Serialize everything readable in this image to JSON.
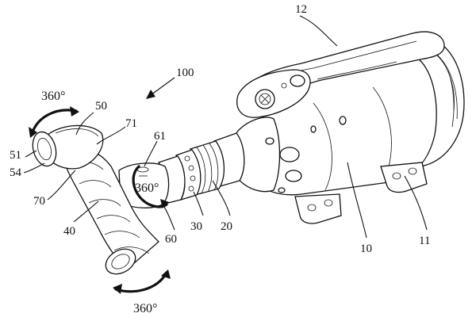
{
  "figure": {
    "labels": {
      "n12": "12",
      "n100": "100",
      "n50": "50",
      "n71": "71",
      "n61": "61",
      "n51": "51",
      "n54": "54",
      "n70": "70",
      "n40": "40",
      "n60": "60",
      "n30": "30",
      "n20": "20",
      "n10": "10",
      "n11": "11"
    },
    "rotation_labels": {
      "top_left": "360°",
      "middle": "360°",
      "bottom": "360°"
    }
  }
}
